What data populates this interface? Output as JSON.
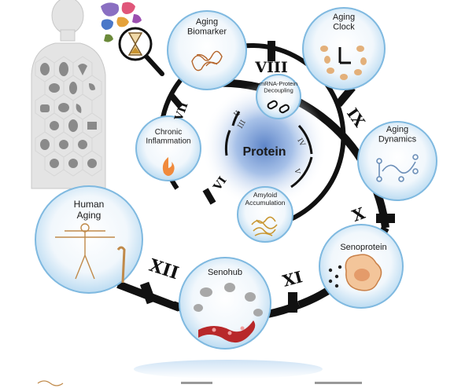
{
  "center": {
    "label": "Protein"
  },
  "nodes": {
    "aging_biomarker": "Aging\nBiomarker",
    "aging_clock": "Aging\nClock",
    "aging_dynamics": "Aging\nDynamics",
    "senoprotein": "Senoprotein",
    "senohub": "Senohub",
    "human_aging": "Human\nAging",
    "chronic_inflammation": "Chronic\nInflammation",
    "mrna_protein_decoupling": "mRNA-Protein\nDecoupling",
    "amyloid_accumulation": "Amyloid\nAccumulation"
  },
  "numerals": {
    "outer": [
      "VIII",
      "IX",
      "X",
      "XI",
      "XII"
    ],
    "middle": [
      "VII",
      "VI"
    ],
    "inner": [
      "III",
      "II",
      "IV",
      "V"
    ]
  },
  "colors": {
    "bubble_edge": "#7fb9e0",
    "bubble_fill": "#e6f2fb",
    "ring": "#111111",
    "fire": "#f08a3c",
    "blood": "#b8282a"
  }
}
